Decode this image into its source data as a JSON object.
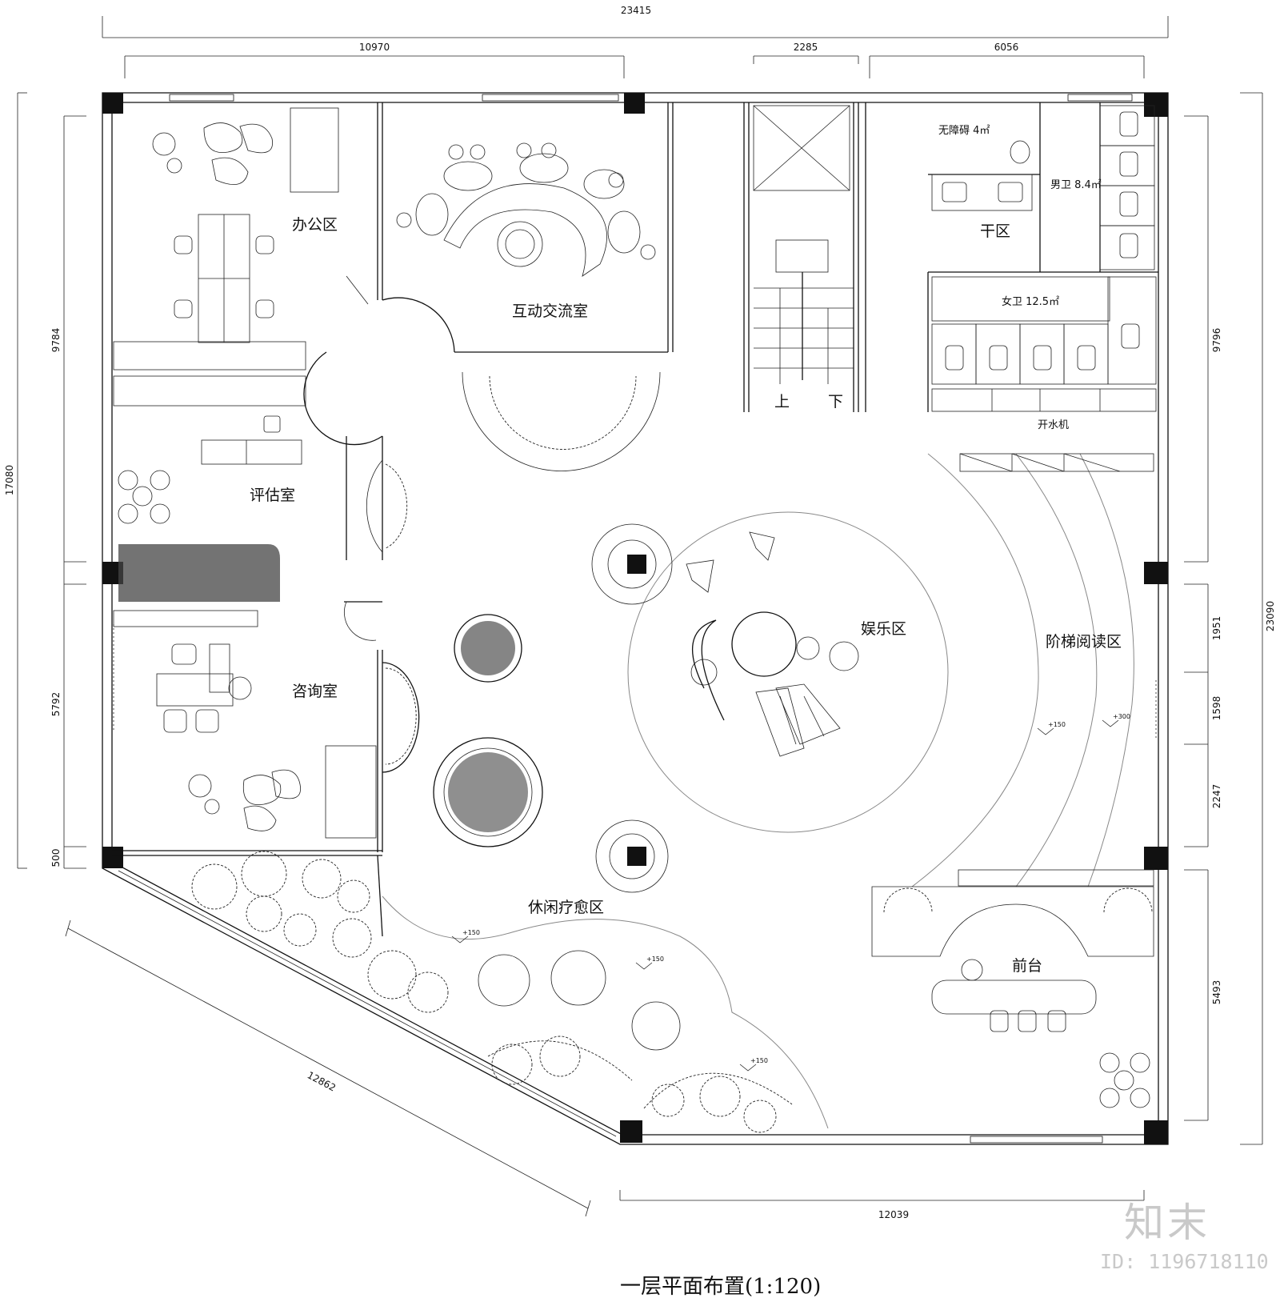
{
  "title": "一层平面布置(1:120)",
  "dimensions": {
    "top_total": "23415",
    "top_1": "10970",
    "top_2": "2285",
    "top_3": "6056",
    "left_total": "17080",
    "left_1": "9784",
    "left_2": "5792",
    "left_3": "500",
    "right_total": "23090",
    "right_1": "9796",
    "right_2": "1951",
    "right_3": "1598",
    "right_4": "2247",
    "right_5": "5493",
    "bottom_diag": "12862",
    "bottom_right": "12039"
  },
  "rooms": {
    "office": "办公区",
    "interactive": "互动交流室",
    "assessment": "评估室",
    "consult": "咨询室",
    "leisure": "休闲疗愈区",
    "entertainment": "娱乐区",
    "reading": "阶梯阅读区",
    "reception": "前台",
    "accessible": "无障碍 4㎡",
    "men": "男卫 8.4㎡",
    "dry": "干区",
    "women": "女卫 12.5㎡",
    "water": "开水机",
    "stair_up": "上",
    "stair_down": "下"
  },
  "levels": {
    "l1": "+150",
    "l2": "+150",
    "l3": "+150",
    "l4": "+150",
    "l5": "+300"
  },
  "watermark": {
    "logo": "知末",
    "id": "ID: 1196718110"
  }
}
